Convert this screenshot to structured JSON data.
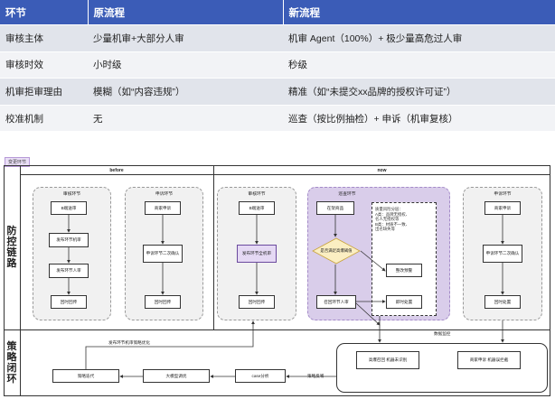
{
  "table": {
    "headers": [
      "环节",
      "原流程",
      "新流程"
    ],
    "rows": [
      [
        "审核主体",
        "少量机审+大部分人审",
        "机审 Agent（100%）+ 极少量高危过人审"
      ],
      [
        "审核时效",
        "小时级",
        "秒级"
      ],
      [
        "机审拒审理由",
        "模糊（如“内容违规”）",
        "精准（如“未提交xx品牌的授权许可证”）"
      ],
      [
        "校准机制",
        "无",
        "巡查（按比例抽检）+ 申诉（机审复核）"
      ]
    ]
  },
  "diagram": {
    "tag": "变更环节",
    "col_before": "before",
    "col_now": "now",
    "row1_label": "防控链路",
    "row2_label": "策略闭环",
    "before_review": {
      "title": "审核环节",
      "steps": [
        "B端送审",
        "发布环节机审",
        "发布环节人审",
        "回时回传"
      ]
    },
    "before_appeal": {
      "title": "申诉环节",
      "steps": [
        "商家申诉",
        "申诉环节二次确认",
        "回时回传"
      ]
    },
    "now_review": {
      "title": "审核环节",
      "steps": [
        "B端送审",
        "发布环节全机审",
        "回时回传"
      ]
    },
    "now_patrol": {
      "title": "巡查环节",
      "steps": [
        "在架商品",
        "是否满足高爆阈值",
        "召回环节人审"
      ],
      "note_lines": [
        "质量风险分层：",
        "A类：品牌无授权、",
        "名人无授权等",
        "B类：材质不一致、",
        "出名缺失等"
      ],
      "note_steps": [
        "整改预警",
        "即时处置"
      ]
    },
    "now_appeal": {
      "title": "申诉环节",
      "steps": [
        "商家申诉",
        "申诉环节二次确认",
        "回时处置"
      ]
    },
    "strategy": {
      "data_monitor": "数据监控",
      "box_patrol": "高爆召回 机器未识别",
      "box_appeal": "商家申诉 机器误拦截",
      "case": "case分析",
      "feedback": "策略反哺",
      "llm": "大模型调优",
      "iter": "策略迭代",
      "publish_opt": "发布环节机审策略优化"
    }
  }
}
